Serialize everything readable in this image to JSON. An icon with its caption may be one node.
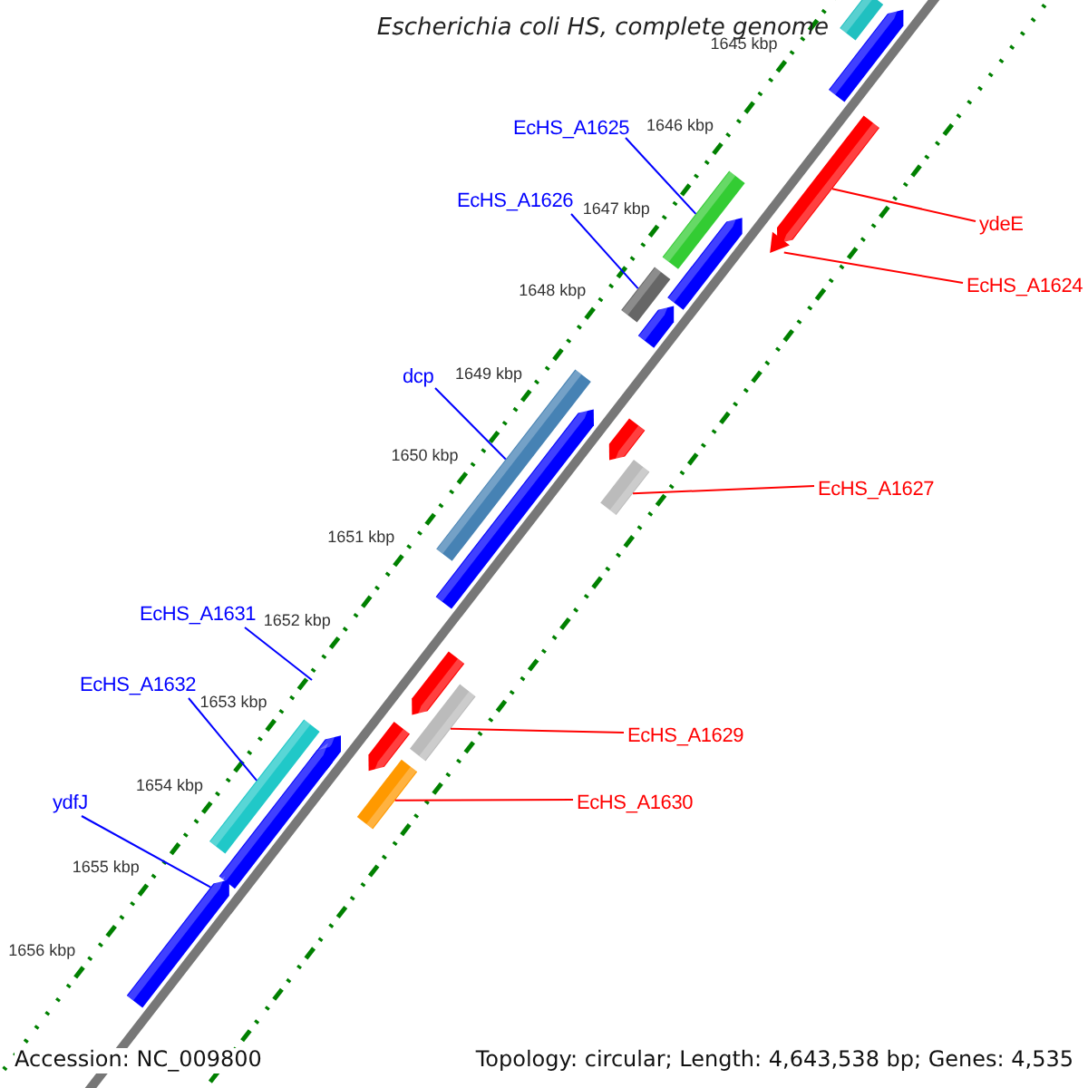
{
  "diagram": {
    "title": "Escherichia coli HS, complete genome",
    "nodes": [
      {
        "text": [
          "EcHS_A1625"
        ]
      },
      {
        "text": [],
        "shape": "bar"
      },
      {
        "text": [
          "EcHS_A1626"
        ]
      },
      {
        "text": [],
        "shape": "bar"
      },
      {
        "text": [
          "dcp"
        ]
      },
      {
        "text": [],
        "shape": "bar"
      },
      {
        "text": [
          "EcHS_A1631"
        ]
      },
      {
        "text": [
          "EcHS_A1632"
        ]
      },
      {
        "text": [],
        "shape": "bar"
      },
      {
        "text": [
          "ydfJ"
        ]
      },
      {
        "text": [
          "ydeE"
        ]
      },
      {
        "text": [],
        "shape": "bar"
      },
      {
        "text": [
          "EcHS_A1624"
        ]
      },
      {
        "text": [],
        "shape": "triangle"
      },
      {
        "text": [
          "EcHS_A1627"
        ]
      },
      {
        "text": [],
        "shape": "bar"
      },
      {
        "text": [
          "EcHS_A1629"
        ]
      },
      {
        "text": [],
        "shape": "bar"
      },
      {
        "text": [
          "EcHS_A1630"
        ]
      },
      {
        "text": [],
        "shape": "bar"
      },
      {
        "text": [],
        "shape": "bar"
      }
    ],
    "edges": [
      {
        "from": 0,
        "to": 1,
        "arrow": "none"
      },
      {
        "from": 2,
        "to": 3,
        "arrow": "none"
      },
      {
        "from": 4,
        "to": 5,
        "arrow": "none"
      },
      {
        "from": 6,
        "to": null,
        "arrow": "none"
      },
      {
        "from": 7,
        "to": 8,
        "arrow": "none"
      },
      {
        "from": 9,
        "to": 20,
        "arrow": "none"
      },
      {
        "from": 10,
        "to": 11,
        "arrow": "none",
        "color": "#ff0000"
      },
      {
        "from": 12,
        "to": 13,
        "arrow": "none",
        "color": "#ff0000"
      },
      {
        "from": 14,
        "to": 15,
        "arrow": "none",
        "color": "#ff0000"
      },
      {
        "from": 16,
        "to": 17,
        "arrow": "none",
        "color": "#ff0000"
      },
      {
        "from": 18,
        "to": 19,
        "arrow": "none",
        "color": "#ff0000"
      }
    ],
    "labels": [
      "1645 kbp",
      "1646 kbp",
      "1647 kbp",
      "1648 kbp",
      "1649 kbp",
      "1650 kbp",
      "1651 kbp",
      "1652 kbp",
      "1653 kbp",
      "1654 kbp",
      "1655 kbp",
      "1656 kbp",
      "Accession: NC_009800",
      "Topology: circular; Length: 4,643,538 bp; Genes: 4,535"
    ]
  }
}
